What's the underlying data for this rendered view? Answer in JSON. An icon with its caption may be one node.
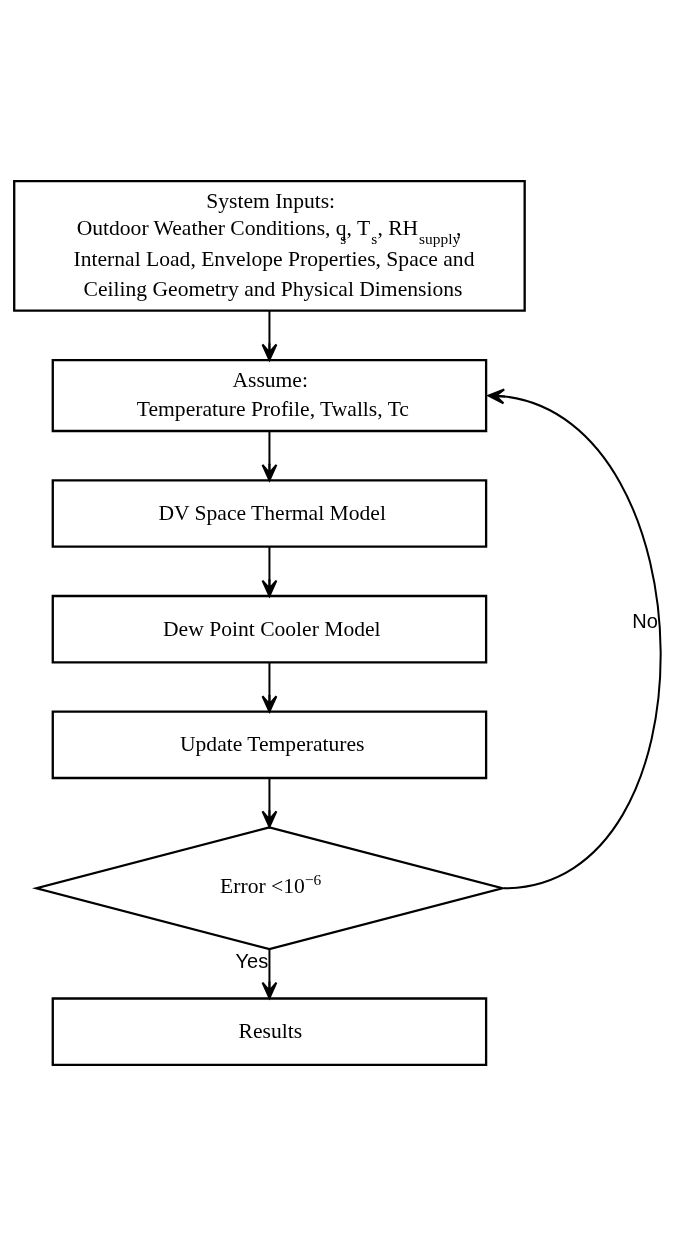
{
  "diagram": {
    "nodes": [
      {
        "text": [
          "System Inputs:",
          "Outdoor Weather Conditions, q$_{s}$, T$_{s}$, RH$_{supply}$, Internal Load, Envelope Properties, Space and Ceiling Geometry and Physical Dimensions"
        ]
      },
      {
        "text": [
          "Assume:",
          "Temperature Profile, Twalls, Tc"
        ]
      },
      {
        "text": [
          "DV Space Thermal Model"
        ]
      },
      {
        "text": [
          "Dew Point Cooler Model"
        ]
      },
      {
        "text": [
          "Update Temperatures"
        ]
      },
      {
        "text": [
          "Error <10$^{−6}$"
        ]
      },
      {
        "text": [
          "Results"
        ]
      }
    ],
    "edges": [
      {
        "from": 0,
        "to": 1,
        "arrow": "to"
      },
      {
        "from": 1,
        "to": 2,
        "arrow": "to"
      },
      {
        "from": 2,
        "to": 3,
        "arrow": "to"
      },
      {
        "from": 3,
        "to": 4,
        "arrow": "to"
      },
      {
        "from": 4,
        "to": 5,
        "arrow": "to"
      },
      {
        "from": 5,
        "to": 6,
        "arrow": "to",
        "label": "Yes"
      },
      {
        "from": 5,
        "to": 1,
        "arrow": "to",
        "label": "No"
      }
    ]
  }
}
